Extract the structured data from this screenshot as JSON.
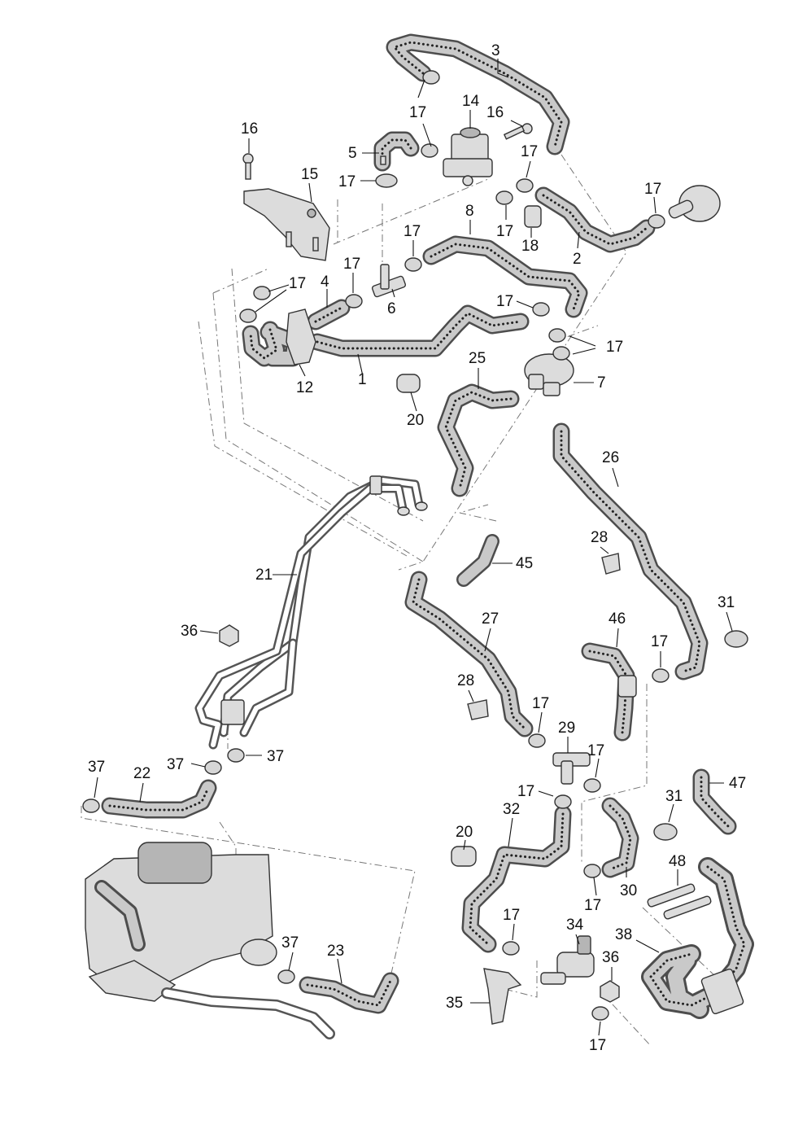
{
  "diagram": {
    "title": "Coolant hoses and pipes – exploded parts diagram",
    "callouts": {
      "c1": "1",
      "c2": "2",
      "c3": "3",
      "c4": "4",
      "c5": "5",
      "c6": "6",
      "c7": "7",
      "c8": "8",
      "c12": "12",
      "c14": "14",
      "c15": "15",
      "c16a": "16",
      "c16b": "16",
      "c17a": "17",
      "c17b": "17",
      "c17c": "17",
      "c17d": "17",
      "c17e": "17",
      "c17f": "17",
      "c17g": "17",
      "c17h": "17",
      "c17i": "17",
      "c17j": "17",
      "c17k": "17",
      "c17l": "17",
      "c17m": "17",
      "c17n": "17",
      "c17o": "17",
      "c17p": "17",
      "c17q": "17",
      "c18": "18",
      "c20a": "20",
      "c20b": "20",
      "c21": "21",
      "c22": "22",
      "c23": "23",
      "c25": "25",
      "c26": "26",
      "c27": "27",
      "c28a": "28",
      "c28b": "28",
      "c29": "29",
      "c30": "30",
      "c31a": "31",
      "c31b": "31",
      "c32": "32",
      "c34": "34",
      "c35": "35",
      "c36a": "36",
      "c36b": "36",
      "c37a": "37",
      "c37b": "37",
      "c37c": "37",
      "c37d": "37",
      "c38": "38",
      "c45": "45",
      "c46": "46",
      "c47": "47",
      "c48": "48"
    }
  }
}
